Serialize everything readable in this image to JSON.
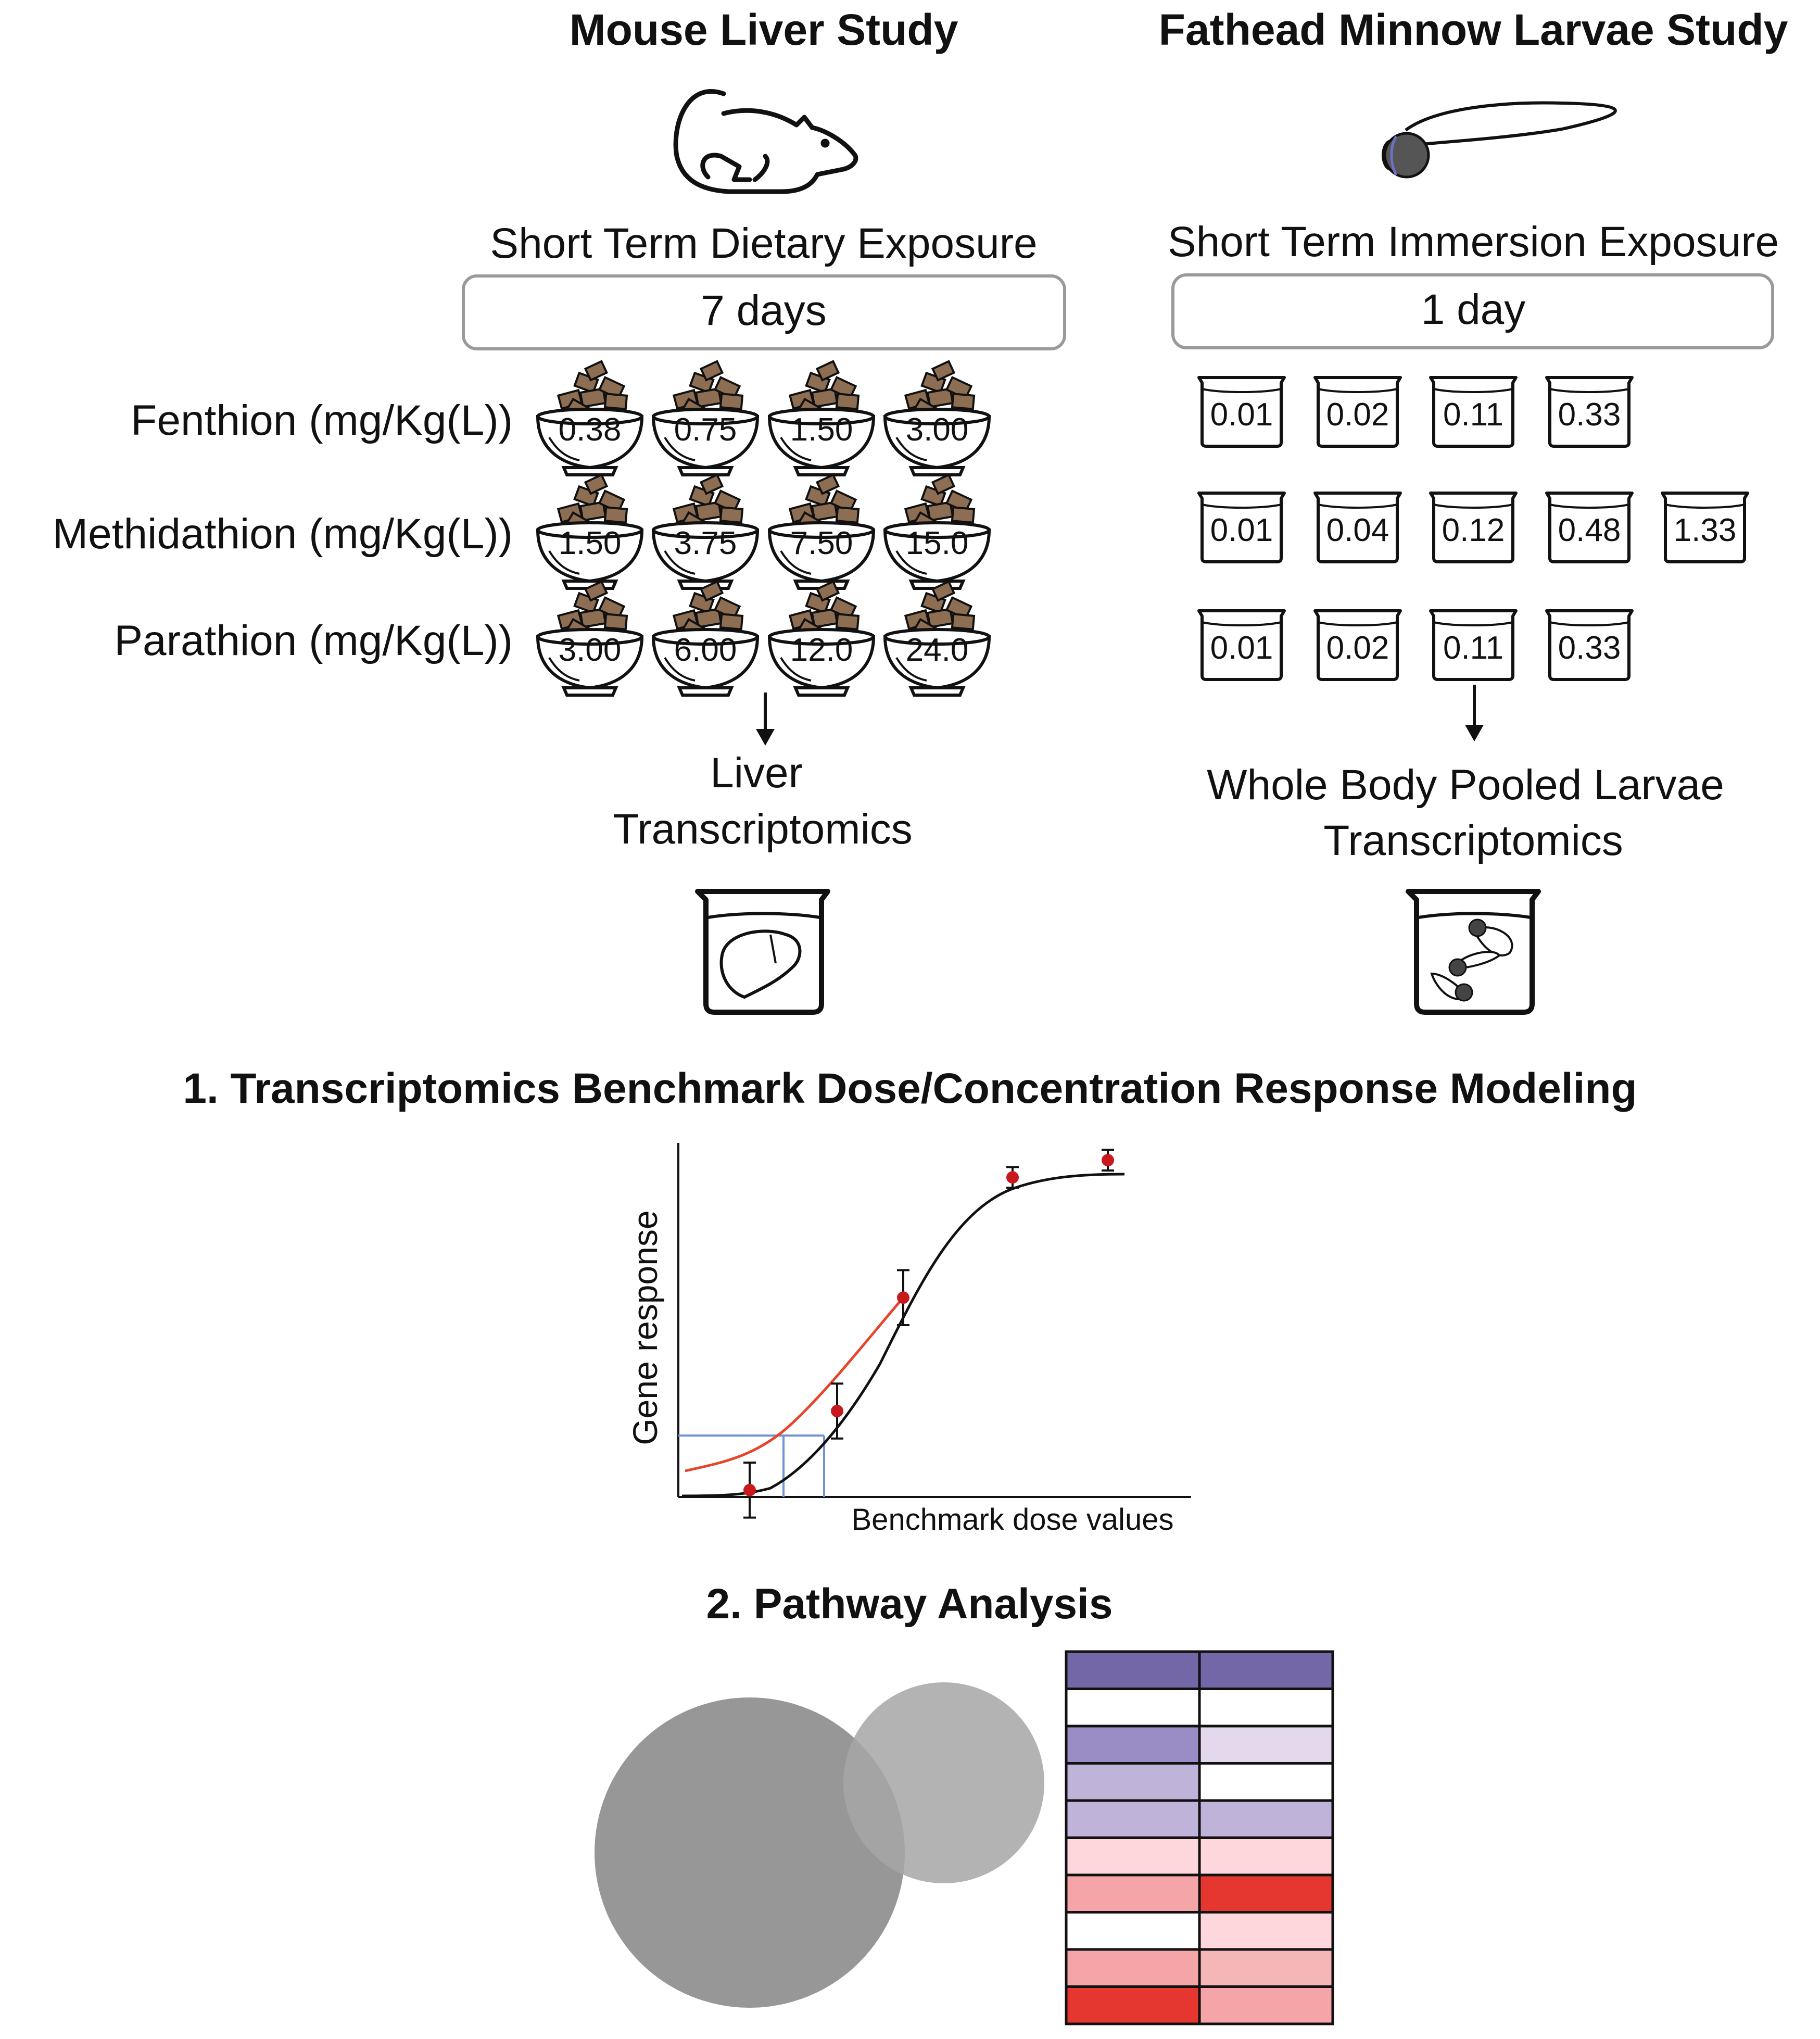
{
  "mouse": {
    "title": "Mouse Liver Study",
    "exposure_label": "Short Term Dietary Exposure",
    "duration": "7 days",
    "rows": [
      {
        "label": "Fenthion (mg/Kg(L))",
        "doses": [
          "0.38",
          "0.75",
          "1.50",
          "3.00"
        ]
      },
      {
        "label": "Methidathion (mg/Kg(L))",
        "doses": [
          "1.50",
          "3.75",
          "7.50",
          "15.0"
        ]
      },
      {
        "label": "Parathion (mg/Kg(L))",
        "doses": [
          "3.00",
          "6.00",
          "12.0",
          "24.0"
        ]
      }
    ],
    "output_line1": "Liver",
    "output_line2": "Transcriptomics"
  },
  "fish": {
    "title": "Fathead Minnow Larvae Study",
    "exposure_label": "Short Term Immersion Exposure",
    "duration": "1 day",
    "rows": [
      {
        "doses": [
          "0.01",
          "0.02",
          "0.11",
          "0.33"
        ]
      },
      {
        "doses": [
          "0.01",
          "0.04",
          "0.12",
          "0.48",
          "1.33"
        ]
      },
      {
        "doses": [
          "0.01",
          "0.02",
          "0.11",
          "0.33"
        ]
      }
    ],
    "output_line1": "Whole Body Pooled Larvae",
    "output_line2": "Transcriptomics"
  },
  "section1": {
    "title": "1. Transcriptomics Benchmark Dose/Concentration Response Modeling"
  },
  "section2": {
    "title": "2. Pathway Analysis"
  },
  "chart_data": {
    "type": "scatter",
    "xlabel": "Benchmark dose values",
    "ylabel": "Gene response",
    "points": [
      {
        "x": 1,
        "y": 0.02,
        "err": 0.08
      },
      {
        "x": 2,
        "y": 0.25,
        "err": 0.08
      },
      {
        "x": 3,
        "y": 0.58,
        "err": 0.08
      },
      {
        "x": 4,
        "y": 0.93,
        "err": 0.03
      },
      {
        "x": 5,
        "y": 0.98,
        "err": 0.03
      }
    ]
  },
  "heatmap": {
    "rows": [
      [
        "#7467a8",
        "#7467a8"
      ],
      [
        "#ffffff",
        "#ffffff"
      ],
      [
        "#9a8cc5",
        "#e4d8ec"
      ],
      [
        "#c0b3d9",
        "#ffffff"
      ],
      [
        "#c0b3d9",
        "#c0b3d9"
      ],
      [
        "#fdd7dc",
        "#fdd7dc"
      ],
      [
        "#f5a4a8",
        "#e53630"
      ],
      [
        "#ffffff",
        "#fdd7dc"
      ],
      [
        "#f5a4a8",
        "#f5b6b8"
      ],
      [
        "#e53630",
        "#f5a4a8"
      ]
    ]
  },
  "colors": {
    "chow": "#8e6e53",
    "fit_curve": "#111111",
    "alt_curve": "#e8442c",
    "bmd_lines": "#6f93d1",
    "points": "#c8191e",
    "venn_large": "#8c8c8c",
    "venn_small": "#a6a6a6"
  }
}
